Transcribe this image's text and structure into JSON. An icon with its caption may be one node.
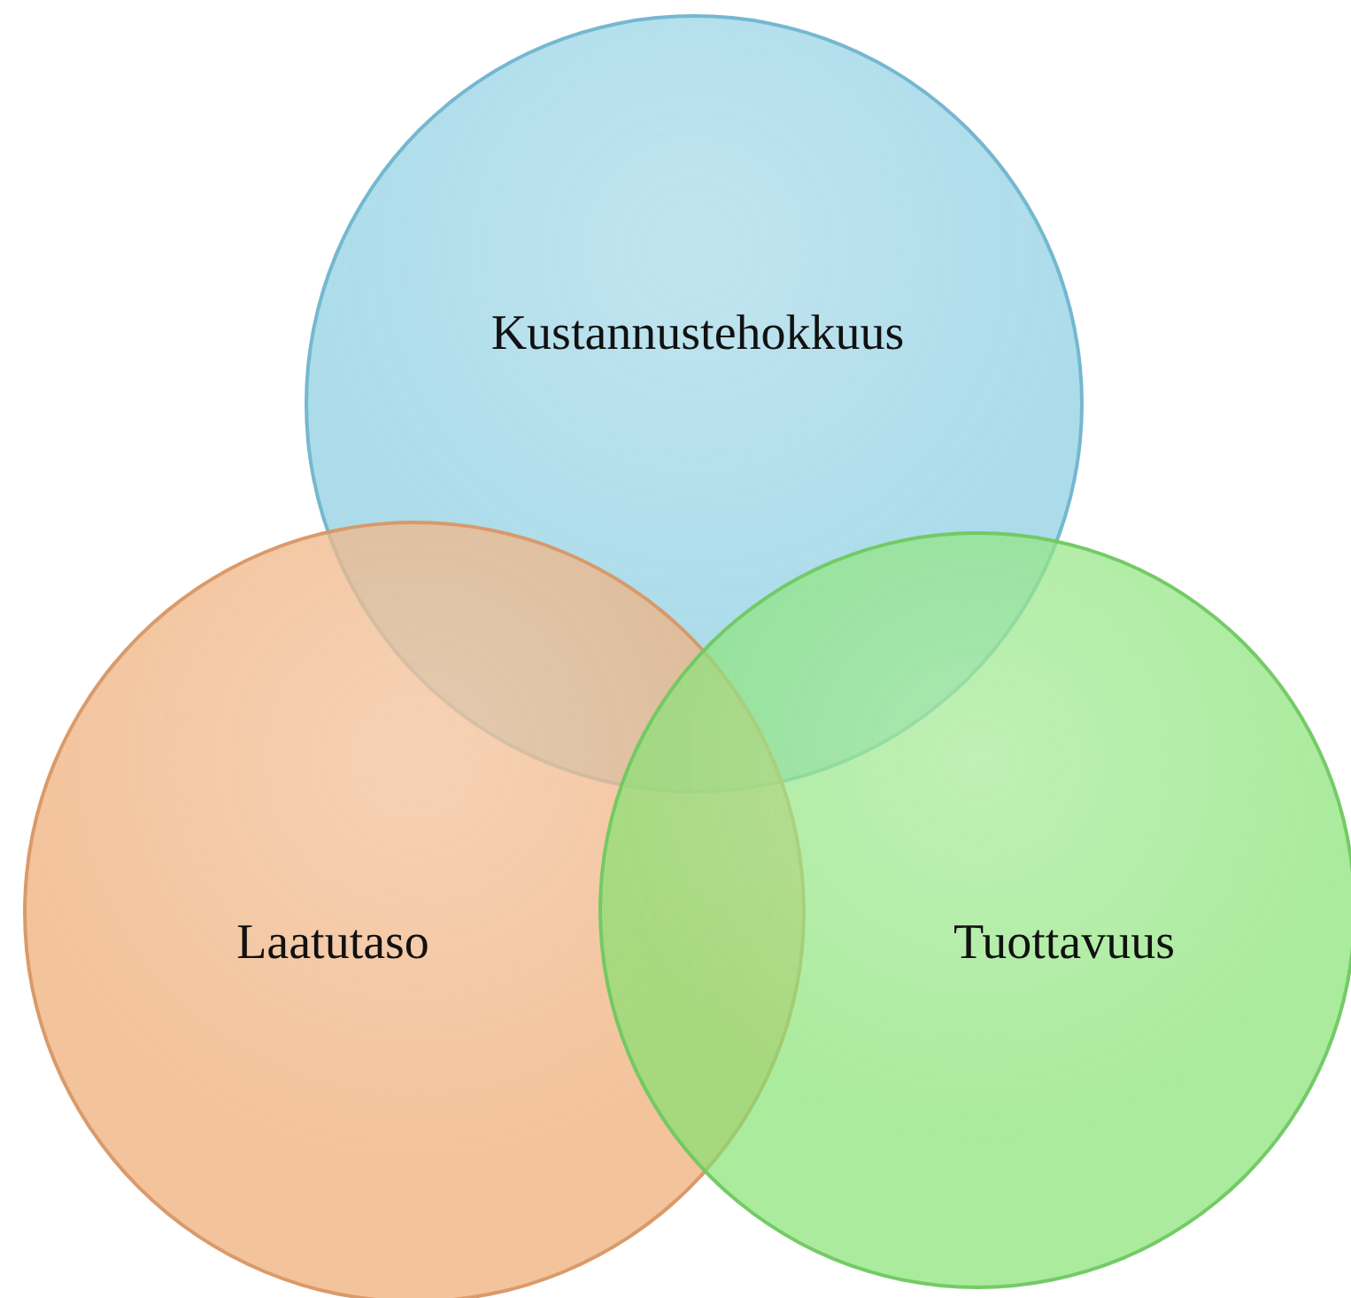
{
  "diagram": {
    "nodes": [
      {
        "text": [
          "Kustannustehokkuus"
        ]
      },
      {
        "text": [
          "Laatutaso"
        ]
      },
      {
        "text": [
          "Tuottavuus"
        ]
      }
    ]
  }
}
